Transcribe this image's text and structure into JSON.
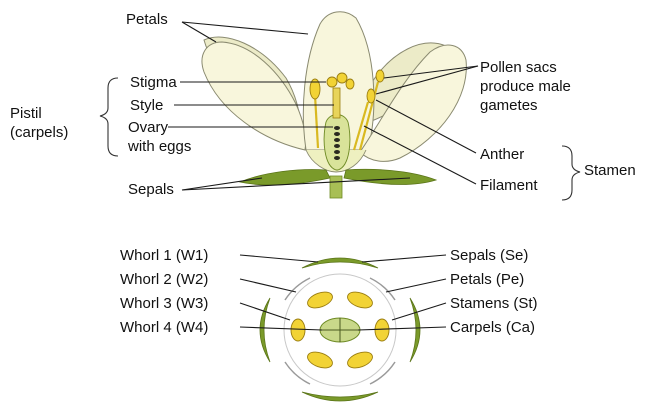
{
  "top_labels": {
    "petals": "Petals",
    "stigma": "Stigma",
    "style": "Style",
    "ovary_line1": "Ovary",
    "ovary_line2": "with eggs",
    "sepals": "Sepals",
    "pistil_line1": "Pistil",
    "pistil_line2": "(carpels)",
    "pollen_line1": "Pollen sacs",
    "pollen_line2": "produce male",
    "pollen_line3": "gametes",
    "anther": "Anther",
    "filament": "Filament",
    "stamen": "Stamen"
  },
  "whorls_left": [
    "Whorl 1 (W1)",
    "Whorl 2 (W2)",
    "Whorl 3 (W3)",
    "Whorl 4 (W4)"
  ],
  "whorls_right": [
    "Sepals (Se)",
    "Petals (Pe)",
    "Stamens (St)",
    "Carpels (Ca)"
  ],
  "colors": {
    "petal": "#f8f6dc",
    "sepal": "#7a9a2a",
    "anther": "#f2d335",
    "carpel": "#c9d88a"
  }
}
